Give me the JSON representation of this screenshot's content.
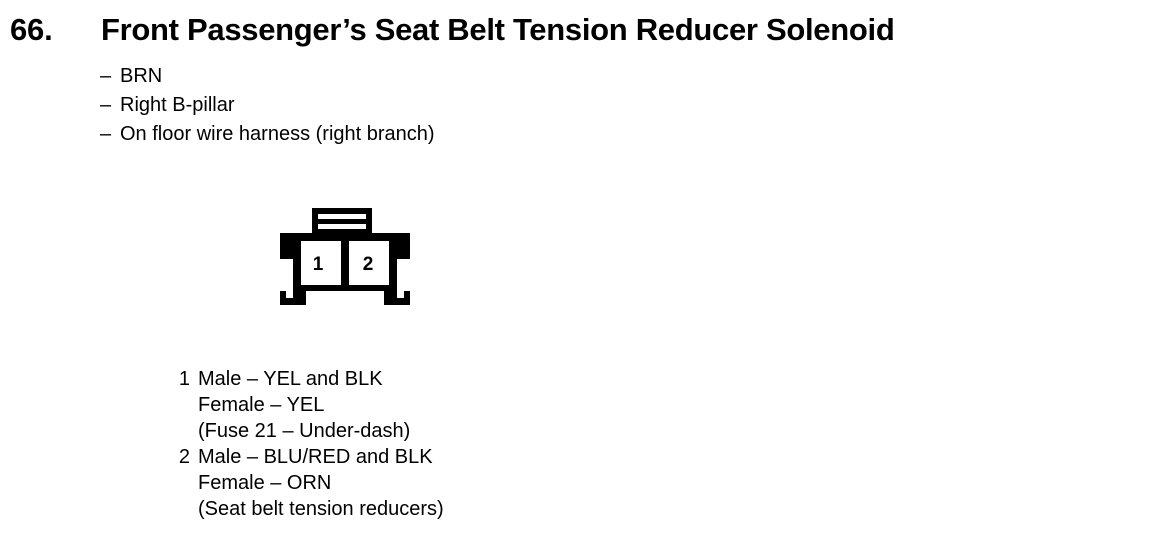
{
  "header": {
    "number": "66.",
    "title": "Front Passenger’s Seat Belt Tension Reducer Solenoid"
  },
  "attributes": {
    "dash": "–",
    "items": [
      {
        "text": "BRN"
      },
      {
        "text": "Right B-pillar"
      },
      {
        "text": "On floor wire harness (right branch)"
      }
    ]
  },
  "connector": {
    "pins": [
      {
        "label": "1"
      },
      {
        "label": "2"
      }
    ]
  },
  "legend": {
    "groups": [
      {
        "index": "1",
        "lines": [
          "Male – YEL and BLK",
          "Female – YEL",
          "(Fuse 21 – Under-dash)"
        ]
      },
      {
        "index": "2",
        "lines": [
          "Male – BLU/RED and BLK",
          "Female – ORN",
          "(Seat belt tension reducers)"
        ]
      }
    ]
  },
  "colors": {
    "ink": "#000000",
    "page": "#ffffff"
  }
}
